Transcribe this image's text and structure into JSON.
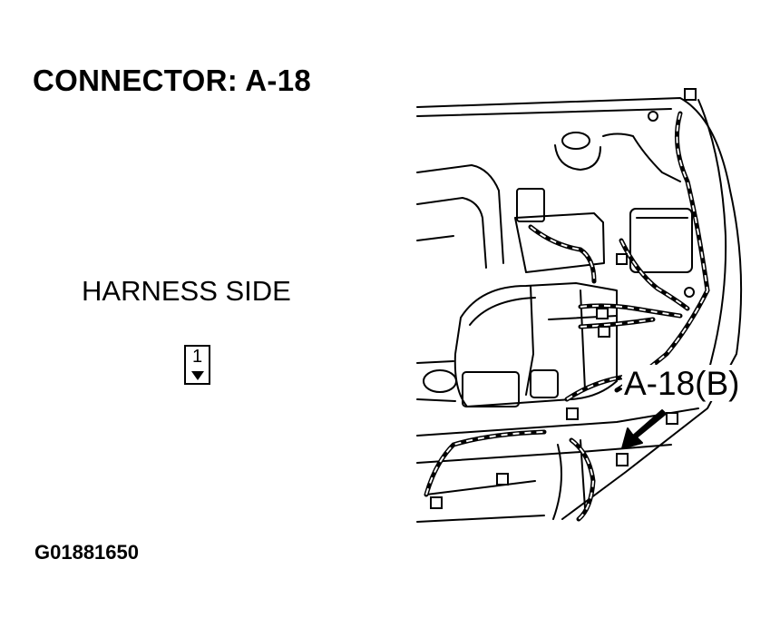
{
  "title": "CONNECTOR: A-18",
  "harness_label": "HARNESS SIDE",
  "pin_number": "1",
  "callout_label": "A-18(B)",
  "figure_code": "G01881650",
  "icons": [
    "connector-pin-icon",
    "locator-arrow-icon"
  ]
}
